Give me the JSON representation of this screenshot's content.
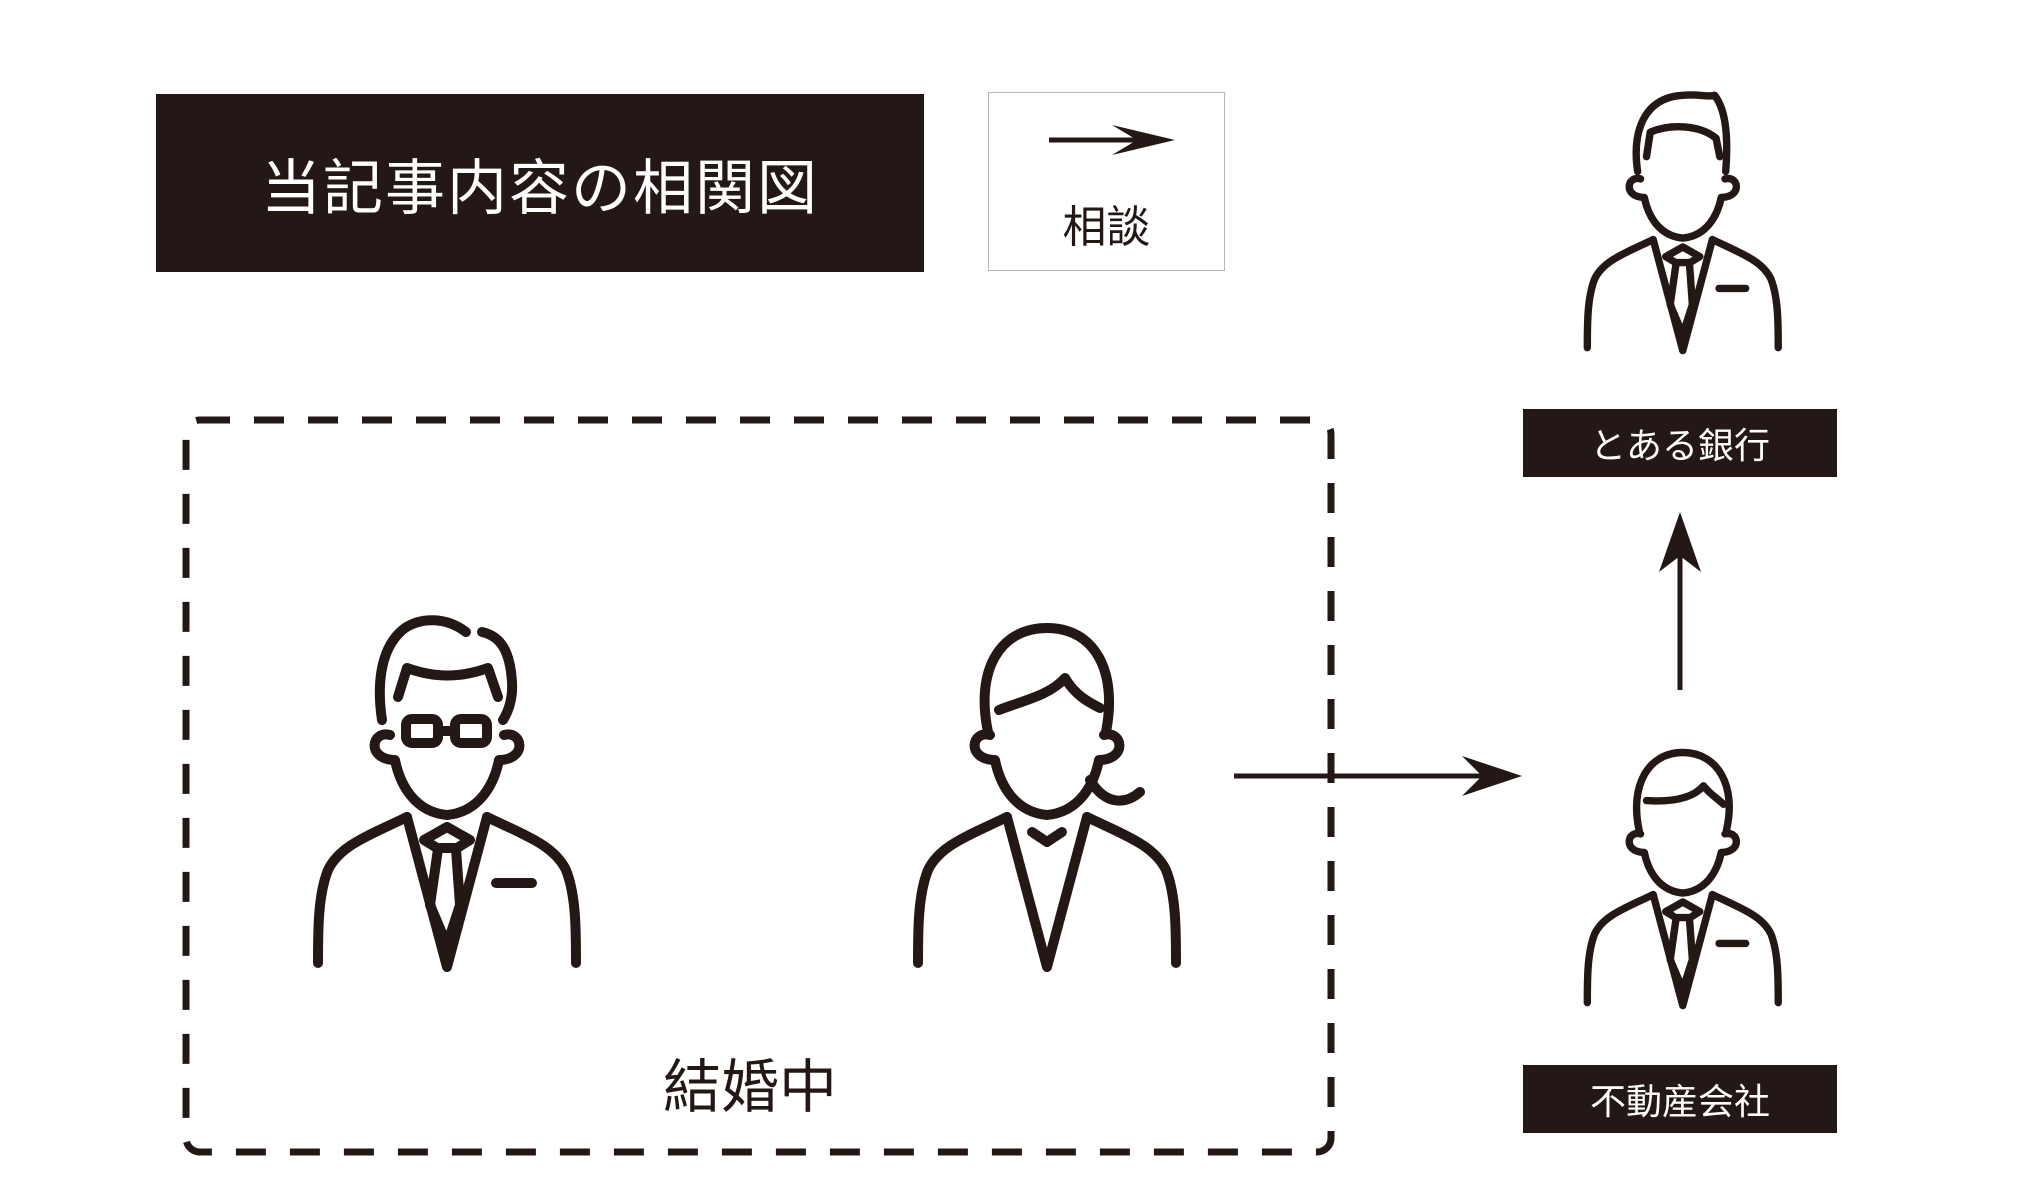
{
  "title": "当記事内容の相関図",
  "legend": {
    "arrow_meaning": "相談",
    "icon": "arrow-right-icon"
  },
  "group": {
    "label": "結婚中",
    "members": [
      "husband",
      "wife"
    ]
  },
  "nodes": {
    "bank": {
      "label": "とある銀行"
    },
    "real_estate": {
      "label": "不動産会社"
    }
  },
  "colors": {
    "ink": "#231815",
    "legend_border": "#b5b5b5",
    "background": "#ffffff"
  }
}
